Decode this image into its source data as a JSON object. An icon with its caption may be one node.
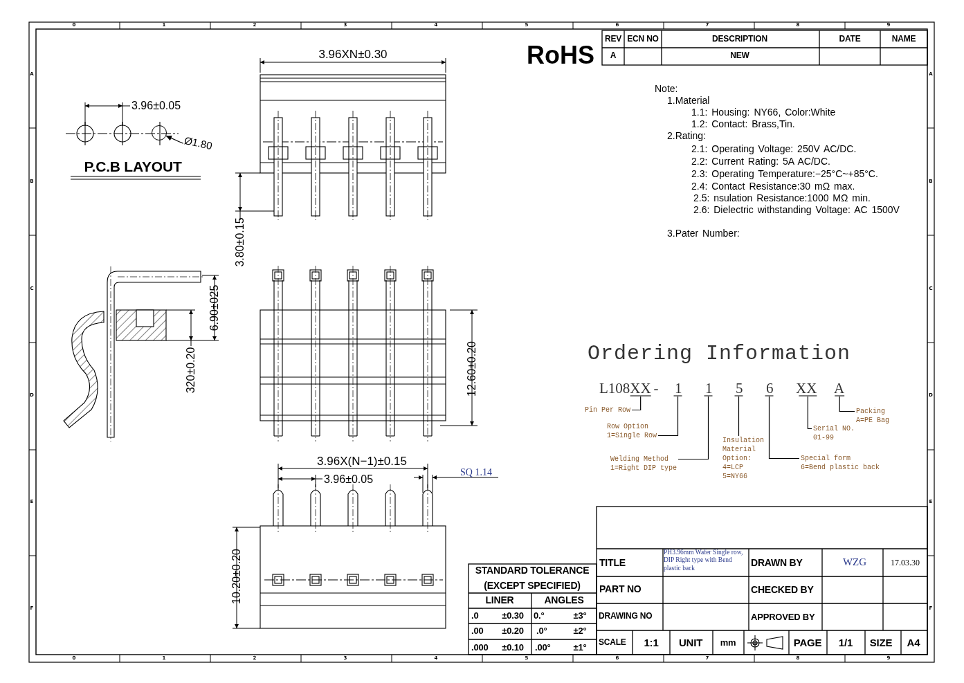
{
  "diagram": {
    "title": "Ordering Information",
    "nodes": [
      {
        "text": [
          "L108XX"
        ]
      },
      {
        "text": [
          "1"
        ]
      },
      {
        "text": [
          "1"
        ]
      },
      {
        "text": [
          "5"
        ]
      },
      {
        "text": [
          "6"
        ]
      },
      {
        "text": [
          "XX"
        ]
      },
      {
        "text": [
          "A"
        ]
      },
      {
        "text": [
          "Pin Per Row"
        ]
      },
      {
        "text": [
          "Row Option",
          "1=Single Row"
        ]
      },
      {
        "text": [
          "Welding Method",
          "1=Right DIP type"
        ]
      },
      {
        "text": [
          "Insulation Material Option:",
          "4=LCP",
          "5=NY66"
        ]
      },
      {
        "text": [
          "Special form",
          "6=Bend plastic back"
        ]
      },
      {
        "text": [
          "Serial NO.",
          "01-99"
        ]
      },
      {
        "text": [
          "Packing",
          "A=PE Bag"
        ]
      },
      {
        "text": [
          "Ø1.80"
        ]
      },
      {
        "text": [],
        "shape": "circle"
      }
    ],
    "edges": [
      {
        "from": 7,
        "to": 0,
        "arrow": "none"
      },
      {
        "from": 8,
        "to": 1,
        "arrow": "none"
      },
      {
        "from": 9,
        "to": 2,
        "arrow": "none"
      },
      {
        "from": 10,
        "to": 3,
        "arrow": "none"
      },
      {
        "from": 11,
        "to": 4,
        "arrow": "none"
      },
      {
        "from": 12,
        "to": 5,
        "arrow": "none"
      },
      {
        "from": 13,
        "to": 6,
        "arrow": "none"
      },
      {
        "from": 14,
        "to": 15,
        "arrow": "to"
      }
    ],
    "labels": [
      "3.96XN±0.30",
      "RoHS",
      "REV",
      "ECN NO",
      "DESCRIPTION",
      "DATE",
      "NAME",
      "A",
      "NEW",
      "3.96±0.05",
      "Note:",
      "1.Material",
      "1.1: Housing: NY66, Color:White",
      "1.2: Contact: Brass,Tin.",
      "2.Rating:",
      "2.1: Operating Voltage: 250V AC/DC.",
      "2.2: Current Rating: 5A AC/DC.",
      "2.3: Operating Temperature:−25°C~+85°C.",
      "2.4: Contact Resistance:30 mΩ max.",
      "2.5: nsulation Resistance:1000 MΩ min.",
      "2.6: Dielectric withstanding Voltage: AC 1500V",
      "3.Pater Number:",
      "P.C.B LAYOUT",
      "3.80±0.15",
      "6.90±025",
      "320±0.20",
      "12.60±0.20",
      "-",
      "3.96X(N−1)±0.15",
      "3.96±0.05",
      "SQ 1.14",
      "10.20±0.20",
      "STANDARD TOLERANCE",
      "(EXCEPT SPECIFIED)",
      "LINER",
      "ANGLES",
      ".0",
      "±0.30",
      "0.°",
      "±3°",
      ".00",
      "±0.20",
      ".0°",
      "±2°",
      ".000",
      "±0.10",
      ".00°",
      "±1°",
      "TITLE",
      "PH3.96mm Wafer Single row, DIP Right type with Bend plastic back",
      "DRAWN BY",
      "WZG",
      "17.03.30",
      "PART NO",
      "CHECKED BY",
      "DRAWING NO",
      "APPROVED BY",
      "SCALE",
      "1:1",
      "UNIT",
      "mm",
      "PAGE",
      "1/1",
      "SIZE",
      "A4",
      "0",
      "1",
      "2",
      "3",
      "4",
      "5",
      "6",
      "7",
      "8",
      "9",
      "0",
      "1",
      "2",
      "3",
      "4",
      "5",
      "6",
      "7",
      "8",
      "9",
      "A",
      "B",
      "C",
      "D",
      "E",
      "F",
      "A",
      "B",
      "C",
      "D",
      "E",
      "F"
    ]
  }
}
